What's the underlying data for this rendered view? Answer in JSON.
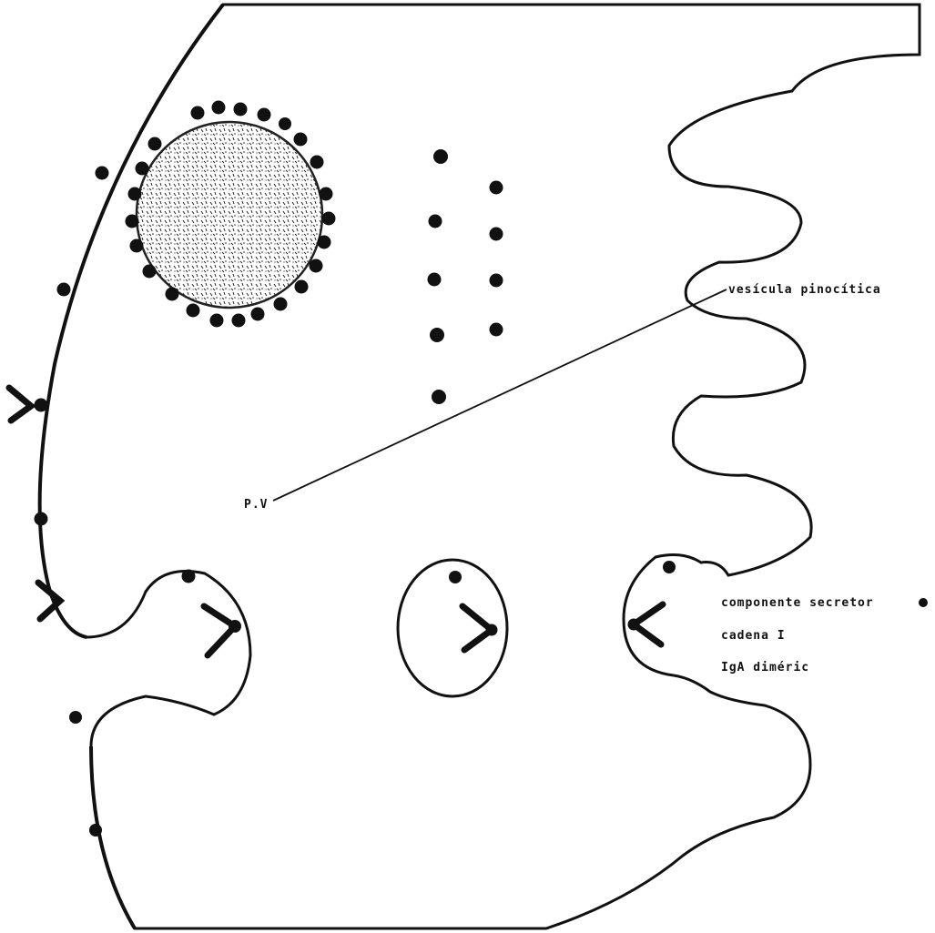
{
  "labels": {
    "pinocytic": "vesícula pinocítica",
    "pv": "P.V",
    "secretory": "componente secretor",
    "chain": "cadena I",
    "iga": "IgA diméric"
  },
  "colors": {
    "ink": "#111111",
    "paper": "#ffffff"
  },
  "icons": {
    "antibody": "Y-shaped antibody glyph",
    "secretory_component": "filled circle"
  }
}
